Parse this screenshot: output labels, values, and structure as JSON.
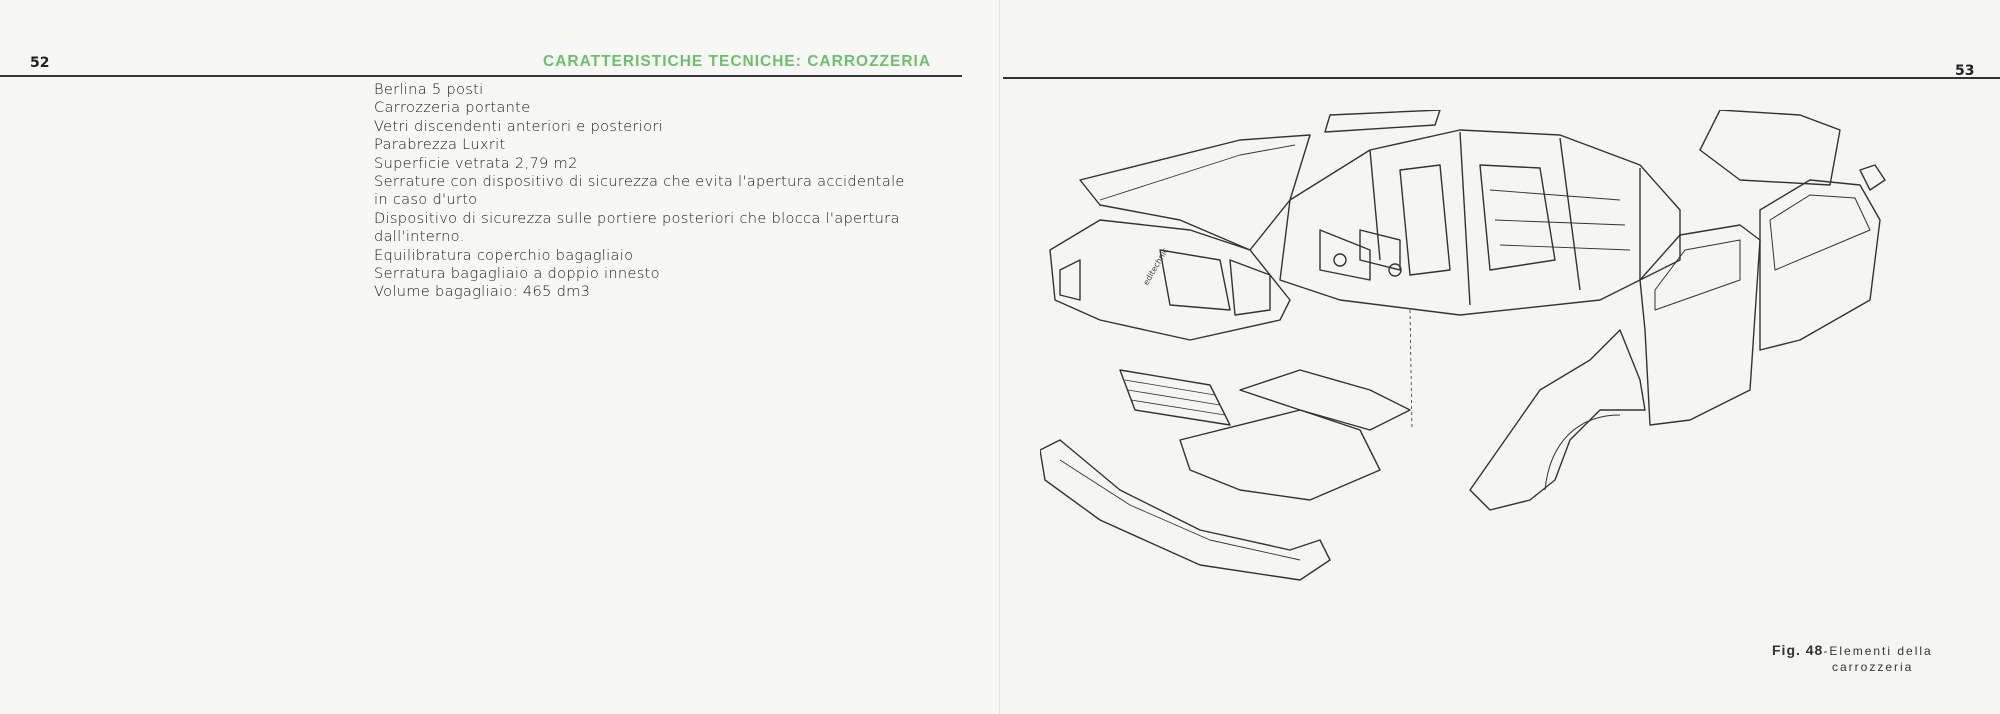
{
  "left_page": {
    "page_number": "52",
    "title": "CARATTERISTICHE TECNICHE: CARROZZERIA",
    "specs": [
      "Berlina 5 posti",
      "Carrozzeria portante",
      "Vetri discendenti anteriori e posteriori",
      "Parabrezza Luxrit",
      "Superficie vetrata 2,79 m2",
      "Serrature con dispositivo di sicurezza che evita l'apertura accidentale",
      "in caso d'urto",
      "Dispositivo di sicurezza sulle portiere posteriori che blocca l'apertura",
      "dall'interno.",
      "Equilibratura coperchio bagagliaio",
      "Serratura bagagliaio a doppio  innesto",
      "Volume bagagliaio: 465 dm3"
    ]
  },
  "right_page": {
    "page_number": "53",
    "figure": {
      "label": "Fig. 48",
      "caption_line1": "-Elementi della",
      "caption_line2": "carrozzeria",
      "watermark": "editechnic"
    }
  },
  "colors": {
    "title": "#6cc06a",
    "ink": "#222222",
    "paper": "#f6f6f4"
  }
}
